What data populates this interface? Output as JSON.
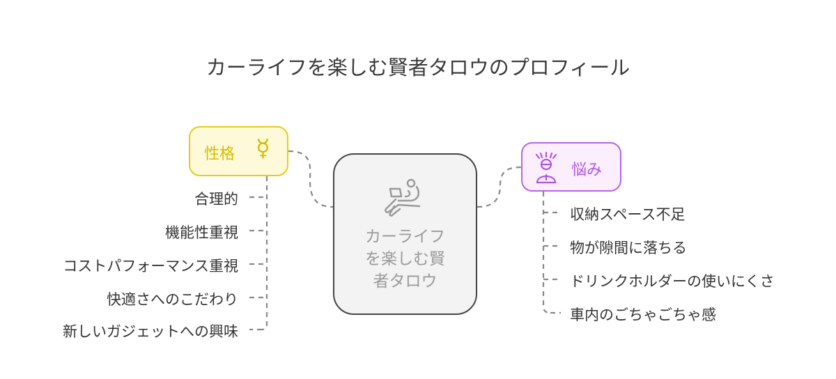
{
  "title": "カーライフを楽しむ賢者タロウのプロフィール",
  "center": {
    "lines": [
      "カーライフ",
      "を楽しむ賢",
      "者タロウ"
    ],
    "icon": "person-reclining-laptop-icon"
  },
  "personality": {
    "label": "性格",
    "icon": "mercury-symbol-icon",
    "color": "#d4bd00",
    "items": [
      "合理的",
      "機能性重視",
      "コストパフォーマンス重視",
      "快適さへのこだわり",
      "新しいガジェットへの興味"
    ]
  },
  "worries": {
    "label": "悩み",
    "icon": "stressed-person-icon",
    "color": "#b055df",
    "items": [
      "収納スペース不足",
      "物が隙間に落ちる",
      "ドリンクホルダーの使いにくさ",
      "車内のごちゃごちゃ感"
    ]
  }
}
